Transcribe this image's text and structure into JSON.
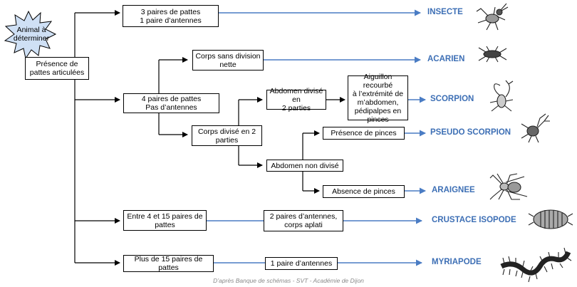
{
  "start": {
    "label": "Animal à\ndéterminer"
  },
  "root": {
    "label": "Présence de\npattes articulées"
  },
  "criteria": {
    "insect_legs": "3 paires  de pattes\n1 paire d’antennes",
    "no_division": "Corps sans division\nnette",
    "four_pairs": "4 paires  de pattes\nPas d’antennes",
    "abdomen_2": "Abdomen divisé en\n2 parties",
    "aiguillon": "Aiguillon recourbé\nà l’extrémité de\nm’abdomen,\npédipalpes  en\npinces",
    "body_2": "Corps divisé en 2\nparties",
    "pinces": "Présence de pinces",
    "abdomen_not": "Abdomen  non divisé",
    "no_pinces": "Absence de pinces",
    "four_fifteen": "Entre 4 et 15  paires de\npattes",
    "two_antennae": "2 paires d’antennes,\ncorps aplati",
    "over_fifteen": "Plus de 15 paires  de\npattes",
    "one_antenna": "1 paire d’antennes"
  },
  "taxa": {
    "insecte": "INSECTE",
    "acarien": "ACARIEN",
    "scorpion": "SCORPION",
    "pseudo_scorpion": "PSEUDO SCORPION",
    "araignee": "ARAIGNEE",
    "crustace": "CRUSTACE ISOPODE",
    "myriapode": "MYRIAPODE"
  },
  "colors": {
    "arrow": "#4a7cc4",
    "taxon": "#3d6fb5",
    "line": "#000000",
    "star": "#cfe0f5"
  },
  "credit": "D’après Banque de schémas -  SVT - Académie de Dijon"
}
